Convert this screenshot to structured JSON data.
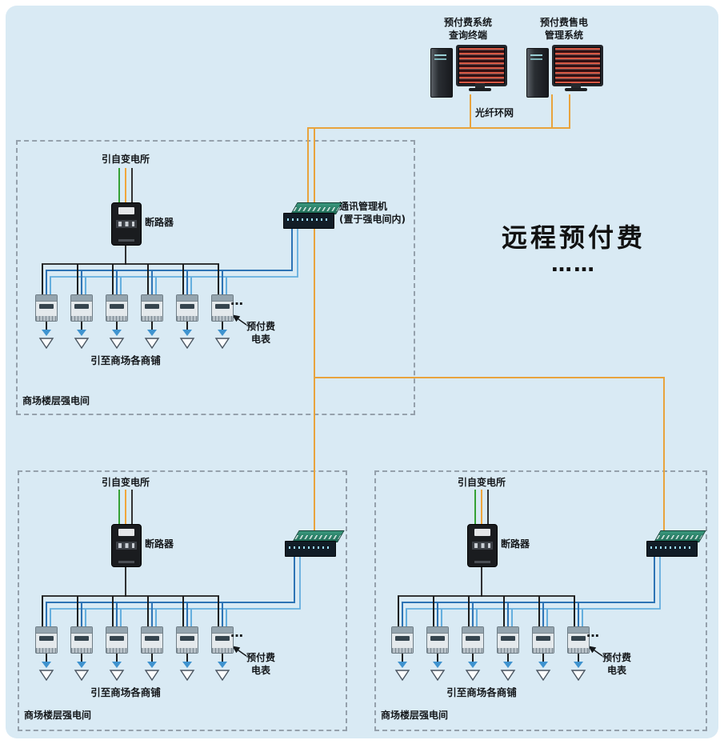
{
  "title": {
    "text": "远程预付费",
    "ellipsis": "……"
  },
  "workstations": {
    "query_terminal": {
      "line1": "预付费系统",
      "line2": "查询终端"
    },
    "vending_system": {
      "line1": "预付费售电",
      "line2": "管理系统"
    },
    "fiber_label": "光纤环网"
  },
  "comm_manager": {
    "line1": "通讯管理机",
    "line2": "(置于强电间内)"
  },
  "room": {
    "source": "引自变电所",
    "breaker": "断路器",
    "meter_line1": "预付费",
    "meter_line2": "电表",
    "shops": "引至商场各商铺",
    "name": "商场楼层强电间",
    "more": "…"
  },
  "colors": {
    "background": "#D9EAF4",
    "fiber_wire": "#E8A33D",
    "data_wire": "#2E74B5",
    "signal_wire": "#64AEDE",
    "power_wire": "#1C1C1C",
    "phase_green": "#35A135",
    "phase_orange": "#F0A63C"
  }
}
